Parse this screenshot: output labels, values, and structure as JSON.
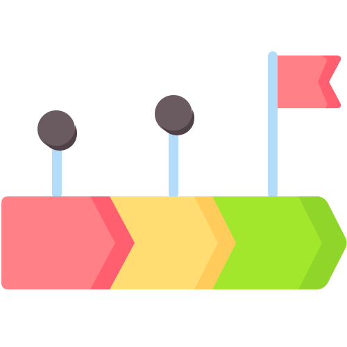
{
  "icon": {
    "name": "milestone-roadmap-icon",
    "colors": {
      "background": "#ffffff",
      "pole": "#b3dcfb",
      "pin_head": "#6a5b60",
      "pin_head_shadow": "#4f4246",
      "flag_main": "#ff8087",
      "flag_shade": "#ff5f6f",
      "segment_red_main": "#ff8087",
      "segment_red_shade": "#ff5f6f",
      "segment_yellow_main": "#ffdd73",
      "segment_yellow_shade": "#ffcb5a",
      "segment_green_main": "#a3e72d",
      "segment_green_shade": "#8fd52a"
    },
    "elements": {
      "pins": [
        "pin-1",
        "pin-2"
      ],
      "flag": "goal-flag",
      "segments": [
        "segment-red",
        "segment-yellow",
        "segment-green"
      ]
    }
  }
}
